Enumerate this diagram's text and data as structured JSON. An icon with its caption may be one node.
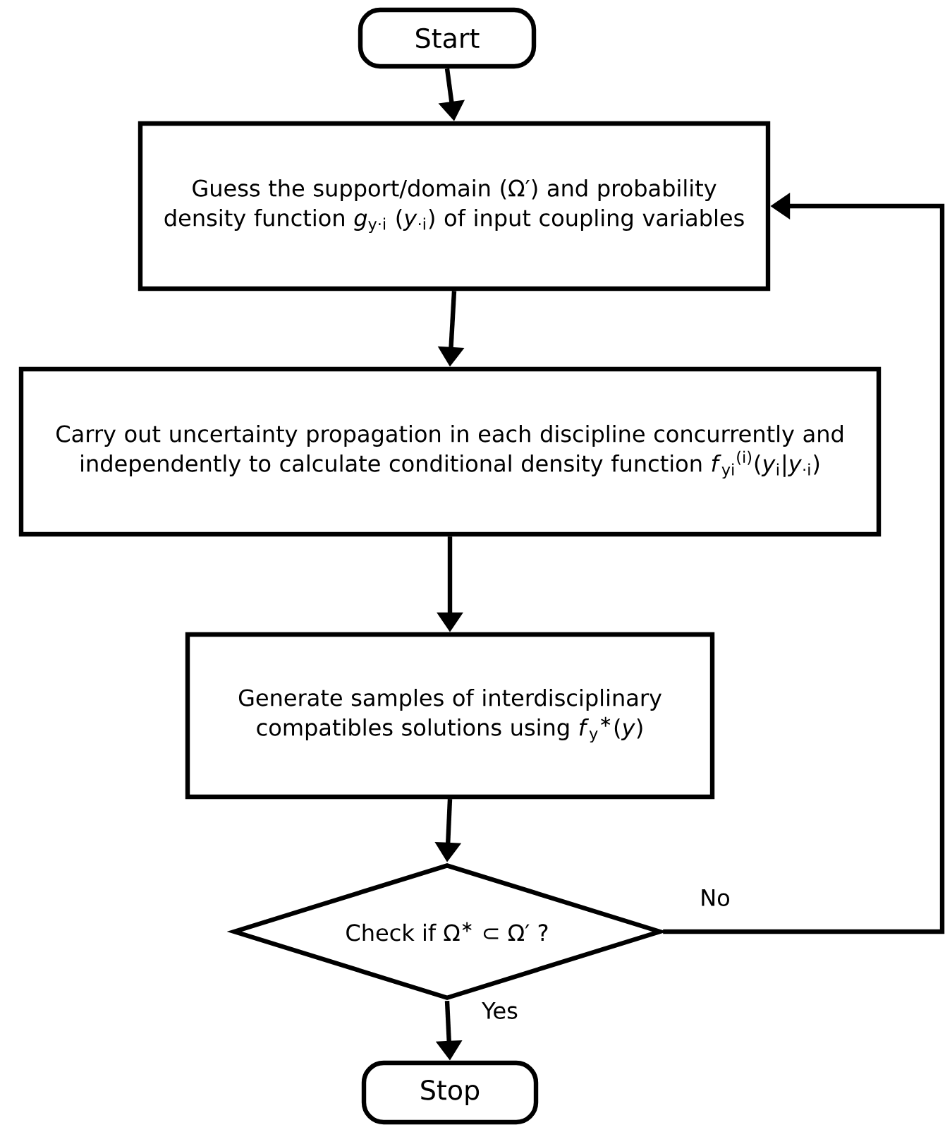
{
  "diagram": {
    "nodes": [
      {
        "text": [
          "Start"
        ]
      },
      {
        "text": [
          "Guess the support/domain (Ω′) and probability density function *g*$_{y·i}$ (*y*$_{·i}$) of input coupling variables"
        ]
      },
      {
        "text": [
          "Carry out uncertainty propagation in each discipline concurrently and independently to calculate conditional density function *f*$_{yi}$$^{(i)}$(*y*$_{i}$|*y*$_{·i}$)"
        ]
      },
      {
        "text": [
          "Generate samples of interdisciplinary compatibles solutions using *f*$_{y}$$^{∗}$(*y*)"
        ]
      },
      {
        "text": [
          "Check if Ω$^{∗}$ ⊂ Ω′ ?"
        ]
      },
      {
        "text": [
          "Stop"
        ]
      }
    ],
    "edges": [
      {
        "from": 0,
        "to": 1,
        "arrow": "to"
      },
      {
        "from": 1,
        "to": 2,
        "arrow": "to"
      },
      {
        "from": 2,
        "to": 3,
        "arrow": "to"
      },
      {
        "from": 3,
        "to": 4,
        "arrow": "to"
      },
      {
        "from": 4,
        "to": 5,
        "arrow": "to",
        "label": "Yes"
      },
      {
        "from": 4,
        "to": 1,
        "arrow": "to",
        "label": "No"
      }
    ]
  }
}
